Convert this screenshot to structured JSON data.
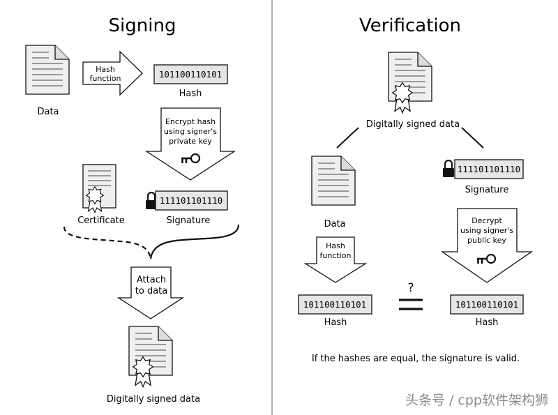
{
  "signing": {
    "title": "Signing",
    "data_label": "Data",
    "hash_function_line1": "Hash",
    "hash_function_line2": "function",
    "hash_bits": "101100110101",
    "hash_label": "Hash",
    "encrypt_line1": "Encrypt hash",
    "encrypt_line2": "using signer's",
    "encrypt_line3": "private key",
    "certificate_label": "Certificate",
    "signature_bits": "111101101110",
    "signature_label": "Signature",
    "attach_line1": "Attach",
    "attach_line2": "to data",
    "signed_data_label": "Digitally signed data"
  },
  "verification": {
    "title": "Verification",
    "signed_data_label": "Digitally signed data",
    "data_label": "Data",
    "signature_bits": "111101101110",
    "signature_label": "Signature",
    "hash_function_line1": "Hash",
    "hash_function_line2": "function",
    "decrypt_line1": "Decrypt",
    "decrypt_line2": "using signer's",
    "decrypt_line3": "public key",
    "question_mark": "?",
    "hash_left_bits": "101100110101",
    "hash_left_label": "Hash",
    "hash_right_bits": "101100110101",
    "hash_right_label": "Hash",
    "conclusion": "If the hashes are equal, the signature is valid."
  },
  "watermark": "头条号 / cpp软件架构狮",
  "colors": {
    "box_fill": "#e6e6e6",
    "doc_fill": "#efefef",
    "stroke": "#111111",
    "divider": "#888888"
  }
}
